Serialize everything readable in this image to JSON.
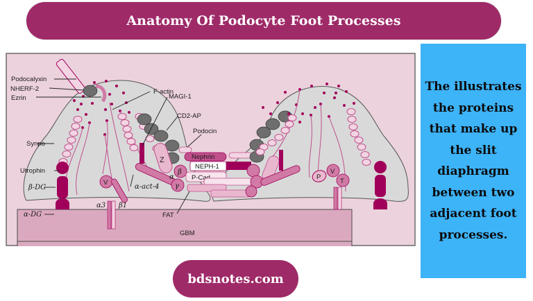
{
  "header": {
    "title": "Anatomy Of Podocyte Foot Processes"
  },
  "diagram": {
    "colors": {
      "background": "#ecd2dd",
      "cell": "#d9d9d9",
      "gbm": "#dba9bf",
      "magenta_dark": "#a1005a",
      "magenta_mid": "#d07aa5",
      "pink_light": "#f3d4e3",
      "grey_protein": "#6e6e6e"
    },
    "labels": {
      "podocalyxin": "Podocalyxin",
      "nherf2": "NHERF-2",
      "ezrin": "Ezrin",
      "f_actin": "F-actin",
      "magi1": "MAGI-1",
      "cd2ap": "CD2-AP",
      "podocin": "Podocin",
      "synpo": "Synpo",
      "utrophin": "Utrophin",
      "beta_dg": "β-DG",
      "alpha_dg": "α-DG",
      "alpha_act4": "α-act-4",
      "alpha3": "α3",
      "beta1": "β1",
      "fat": "FAT",
      "gbm": "GBM",
      "nephrin": "Nephrin",
      "neph1": "NEPH-1",
      "pcad": "P-Cad",
      "z": "Z",
      "v_left": "V",
      "catenin_beta": "β",
      "catenin_alpha": "α",
      "catenin_gamma": "γ",
      "p": "P",
      "v_right": "V",
      "t": "T"
    }
  },
  "info_box": {
    "text": "The illustrates the proteins that make up the slit diaphragm between two adjacent foot processes."
  },
  "footer": {
    "site": "bdsnotes.com"
  }
}
